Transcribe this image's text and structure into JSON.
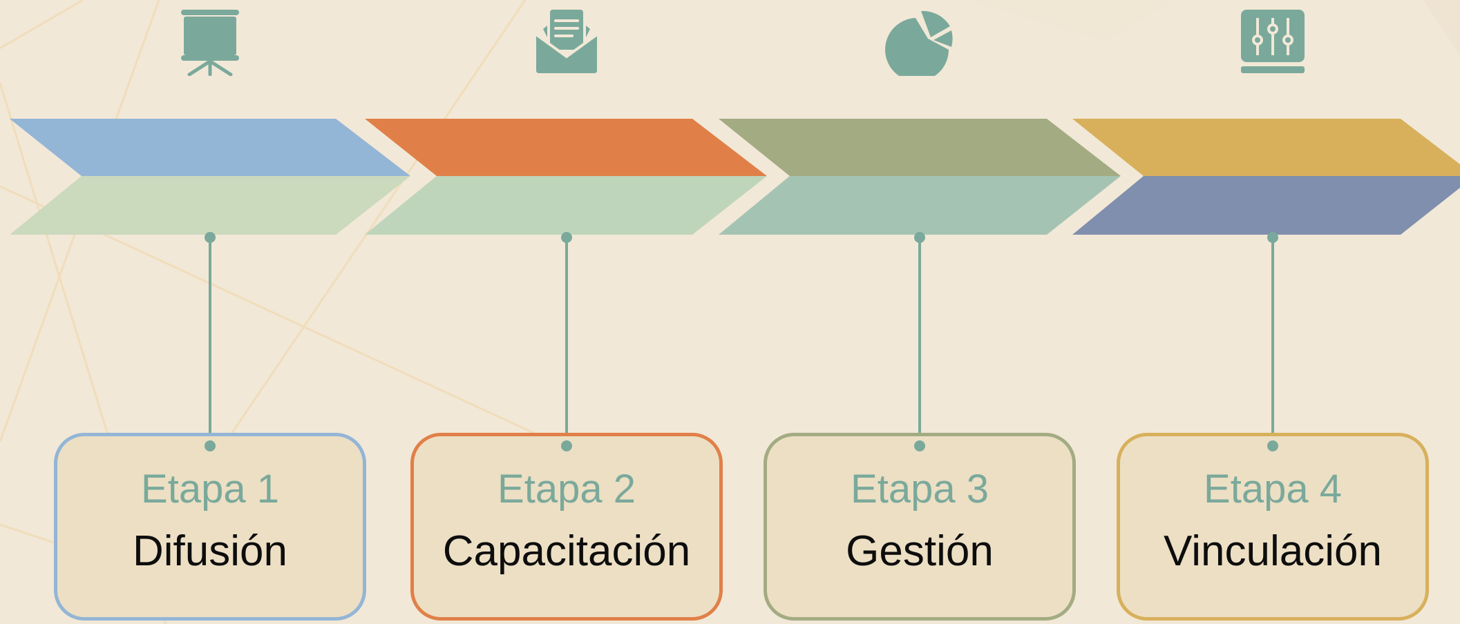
{
  "colors": {
    "icon": "#7aa99b",
    "background": "#f2e8d7",
    "card_fill": "#ecdfc4"
  },
  "stages": [
    {
      "step_label": "Etapa 1",
      "name": "Difusión",
      "icon": "presentation-board-icon",
      "chevron_top_color": "#93b5d6",
      "chevron_bottom_color": "#cbd9bd",
      "card_border_color": "#93b5d6"
    },
    {
      "step_label": "Etapa 2",
      "name": "Capacitación",
      "icon": "mail-envelope-icon",
      "chevron_top_color": "#e08048",
      "chevron_bottom_color": "#bfd5bb",
      "card_border_color": "#e08048"
    },
    {
      "step_label": "Etapa 3",
      "name": "Gestión",
      "icon": "pie-chart-icon",
      "chevron_top_color": "#a3ab82",
      "chevron_bottom_color": "#a5c3b3",
      "card_border_color": "#a3ab82"
    },
    {
      "step_label": "Etapa 4",
      "name": "Vinculación",
      "icon": "sliders-settings-icon",
      "chevron_top_color": "#d8b05c",
      "chevron_bottom_color": "#7f8fad",
      "card_border_color": "#d8b05c"
    }
  ]
}
